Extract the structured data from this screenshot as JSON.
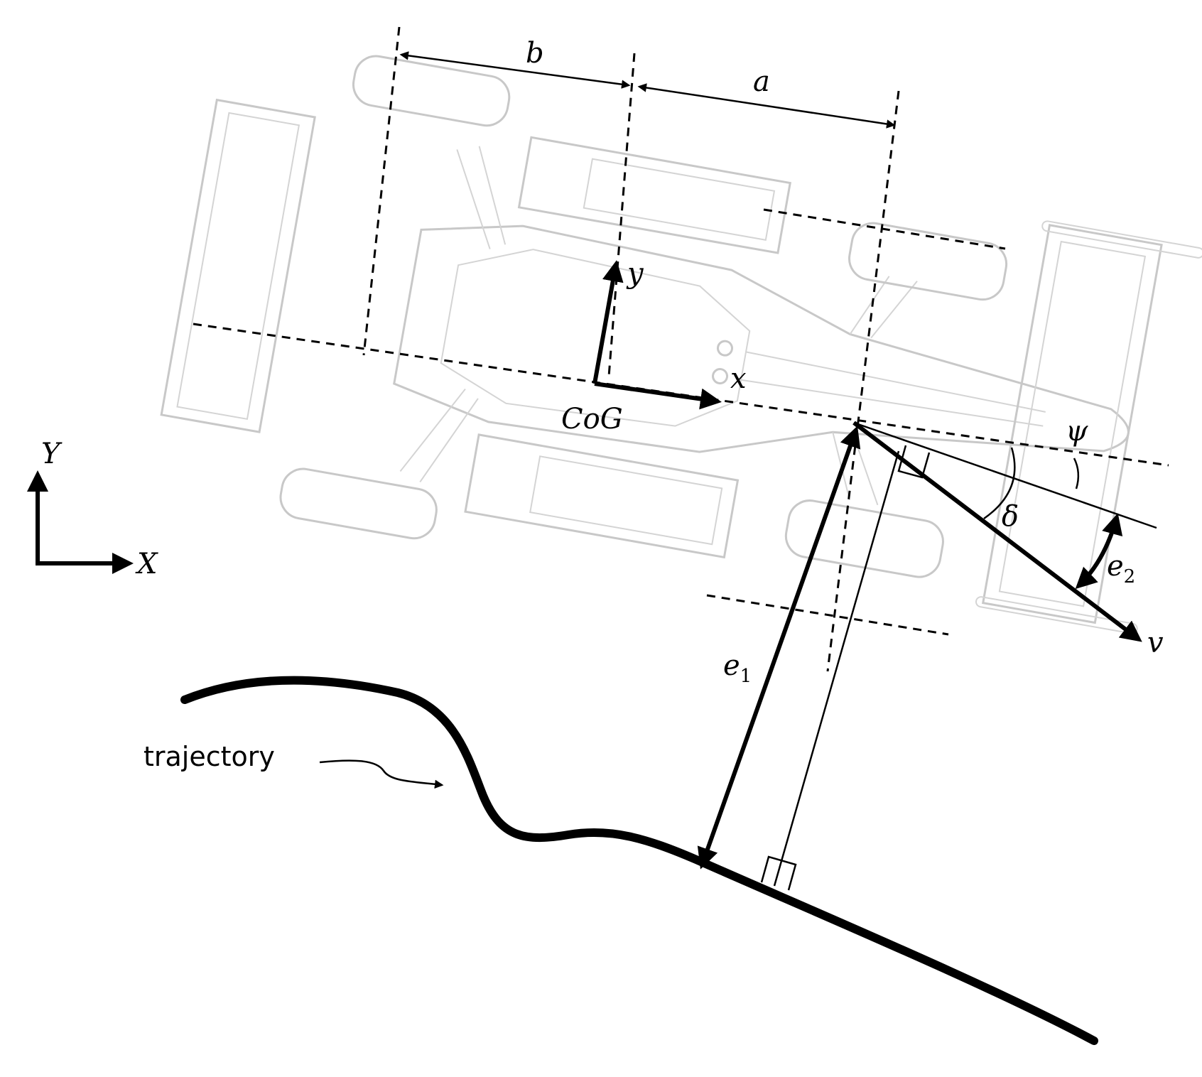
{
  "labels": {
    "b": "b",
    "a": "a",
    "y": "y",
    "x": "x",
    "cog": "CoG",
    "global_Y": "Y",
    "global_X": "X",
    "psi": "ψ",
    "delta": "δ",
    "e2_main": "e",
    "e2_sub": "2",
    "e1_main": "e",
    "e1_sub": "1",
    "v": "v",
    "trajectory": "trajectory"
  }
}
